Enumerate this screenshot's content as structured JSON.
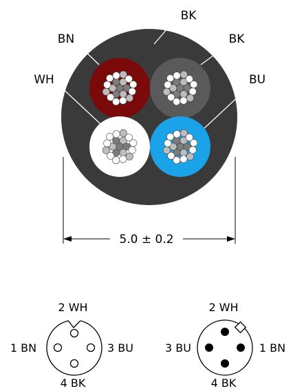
{
  "cable": {
    "outer_color": "#3a3a3a",
    "outer_label": "BK",
    "dimension_label": "5.0 ± 0.2",
    "cores": [
      {
        "label": "BN",
        "color": "#7a0a0a"
      },
      {
        "label": "BK",
        "color": "#5a5a5a"
      },
      {
        "label": "WH",
        "color": "#ffffff"
      },
      {
        "label": "BU",
        "color": "#1aa3e8"
      }
    ],
    "strand_colors": {
      "light": "#ffffff",
      "mid": "#bdbdbd",
      "dark": "#7c7c7c"
    }
  },
  "connector_female": {
    "pins": [
      {
        "label": "2 WH"
      },
      {
        "label": "1 BN"
      },
      {
        "label": "3 BU"
      },
      {
        "label": "4 BK"
      }
    ]
  },
  "connector_male": {
    "pins": [
      {
        "label": "2 WH"
      },
      {
        "label": "3 BU"
      },
      {
        "label": "1 BN"
      },
      {
        "label": "4 BK"
      }
    ]
  }
}
